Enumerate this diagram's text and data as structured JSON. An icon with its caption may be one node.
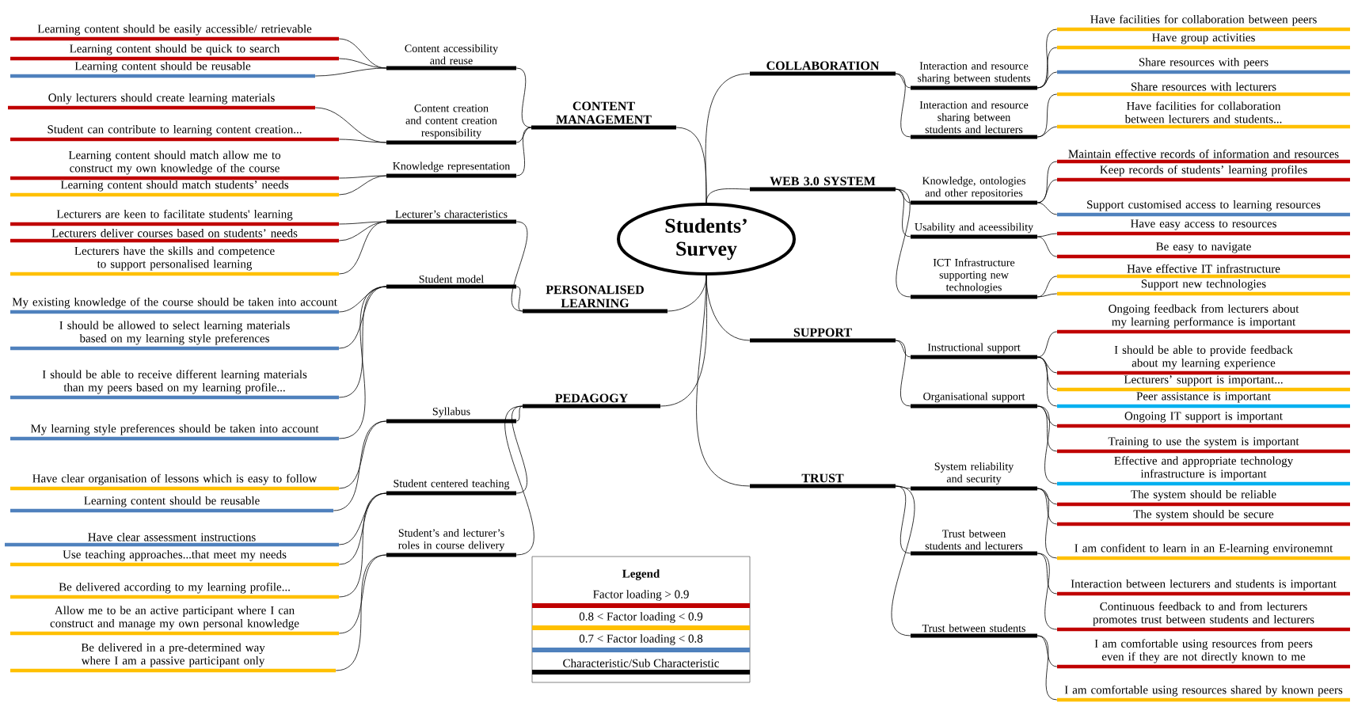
{
  "diagram": {
    "nodes": [
      {
        "text": [
          "Students’ Survey"
        ]
      },
      {
        "text": [
          "CONTENT MANAGEMENT"
        ]
      },
      {
        "text": [
          "Content accessibility and reuse"
        ]
      },
      {
        "text": [
          "Learning content should be easily accessible/ retrievable"
        ]
      },
      {
        "text": [
          "Learning content should be quick to search"
        ]
      },
      {
        "text": [
          "Learning content should be reusable"
        ]
      },
      {
        "text": [
          "Content creation and content creation responsibility"
        ]
      },
      {
        "text": [
          "Only lecturers should create learning materials"
        ]
      },
      {
        "text": [
          "Student can contribute to learning content creation..."
        ]
      },
      {
        "text": [
          "Knowledge representation"
        ]
      },
      {
        "text": [
          "Learning content should match allow me to construct my own knowledge of the course"
        ]
      },
      {
        "text": [
          "Learning content should match students’ needs"
        ]
      },
      {
        "text": [
          "PERSONALISED LEARNING"
        ]
      },
      {
        "text": [
          "Lecturer’s characteristics"
        ]
      },
      {
        "text": [
          "Lecturers are keen to facilitate students' learning"
        ]
      },
      {
        "text": [
          "Lecturers deliver courses based on students’ needs"
        ]
      },
      {
        "text": [
          "Lecturers have the skills and competence to support personalised learning"
        ]
      },
      {
        "text": [
          "Student model"
        ]
      },
      {
        "text": [
          "My existing knowledge of the course should be taken into account"
        ]
      },
      {
        "text": [
          "I should be allowed to select learning materials based on my learning style preferences"
        ]
      },
      {
        "text": [
          "I should be able to receive different learning materials than my peers based on my learning profile..."
        ]
      },
      {
        "text": [
          "My learning style preferences should be taken into account"
        ]
      },
      {
        "text": [
          "PEDAGOGY"
        ]
      },
      {
        "text": [
          "Syllabus"
        ]
      },
      {
        "text": [
          "Have clear organisation of lessons which is easy to follow"
        ]
      },
      {
        "text": [
          "Learning content should be reusable"
        ]
      },
      {
        "text": [
          "Student centered teaching"
        ]
      },
      {
        "text": [
          "Have clear assessment instructions"
        ]
      },
      {
        "text": [
          "Use teaching approaches...that meet my needs"
        ]
      },
      {
        "text": [
          "Be delivered according to my learning profile..."
        ]
      },
      {
        "text": [
          "Student’s and lecturer’s roles in course delivery"
        ]
      },
      {
        "text": [
          "Allow me to be an active participant where I can construct and manage my own personal knowledge"
        ]
      },
      {
        "text": [
          "Be delivered in a pre-determined way where I am a passive participant only"
        ]
      },
      {
        "text": [
          "COLLABORATION"
        ]
      },
      {
        "text": [
          "Interaction and resource sharing between students"
        ]
      },
      {
        "text": [
          "Have facilities for collaboration between peers"
        ]
      },
      {
        "text": [
          "Have group activities"
        ]
      },
      {
        "text": [
          "Share resources with peers"
        ]
      },
      {
        "text": [
          "Interaction and resource sharing between students and lecturers"
        ]
      },
      {
        "text": [
          "Share resources with lecturers"
        ]
      },
      {
        "text": [
          "Have facilities for collaboration between lecturers and students..."
        ]
      },
      {
        "text": [
          "WEB 3.0 SYSTEM"
        ]
      },
      {
        "text": [
          "Knowledge, ontologies and other repositories"
        ]
      },
      {
        "text": [
          "Maintain effective records of information and resources"
        ]
      },
      {
        "text": [
          "Keep records of students’ learning profiles"
        ]
      },
      {
        "text": [
          "Support customised access to learning resources"
        ]
      },
      {
        "text": [
          "Usability and aceessibility"
        ]
      },
      {
        "text": [
          "Have easy access to resources"
        ]
      },
      {
        "text": [
          "Be easy to navigate"
        ]
      },
      {
        "text": [
          "ICT Infrastructure supporting new technologies"
        ]
      },
      {
        "text": [
          "Have effective IT infrastructure"
        ]
      },
      {
        "text": [
          "Support new technologies"
        ]
      },
      {
        "text": [
          "SUPPORT"
        ]
      },
      {
        "text": [
          "Instructional support"
        ]
      },
      {
        "text": [
          "Ongoing feedback from lecturers about my learning performance is important"
        ]
      },
      {
        "text": [
          "I should be able to provide feedback about my learning experience"
        ]
      },
      {
        "text": [
          "Lecturers’ support is important..."
        ]
      },
      {
        "text": [
          "Peer assistance is important"
        ]
      },
      {
        "text": [
          "Organisational support"
        ]
      },
      {
        "text": [
          "Ongoing IT support is important"
        ]
      },
      {
        "text": [
          "Training to use the system is important"
        ]
      },
      {
        "text": [
          "Effective and appropriate technology infrastructure is important"
        ]
      },
      {
        "text": [
          "TRUST"
        ]
      },
      {
        "text": [
          "System reliability and security"
        ]
      },
      {
        "text": [
          "The system should be reliable"
        ]
      },
      {
        "text": [
          "The system should be secure"
        ]
      },
      {
        "text": [
          "I am confident to learn in an E-learning environemnt"
        ]
      },
      {
        "text": [
          "Trust between students and lecturers"
        ]
      },
      {
        "text": [
          "Interaction between lecturers and students is important"
        ]
      },
      {
        "text": [
          "Continuous feedback to and from lecturers promotes trust between students and lecturers"
        ]
      },
      {
        "text": [
          "Trust between students"
        ]
      },
      {
        "text": [
          "I am comfortable using resources from peers even if they are not directly known to me"
        ]
      },
      {
        "text": [
          "I am comfortable using resources shared by known peers"
        ]
      }
    ],
    "edges": [
      {
        "from": 0,
        "to": 1,
        "arrow": "none"
      },
      {
        "from": 1,
        "to": 2,
        "arrow": "none"
      },
      {
        "from": 2,
        "to": 3,
        "arrow": "none"
      },
      {
        "from": 2,
        "to": 4,
        "arrow": "none"
      },
      {
        "from": 2,
        "to": 5,
        "arrow": "none"
      },
      {
        "from": 1,
        "to": 6,
        "arrow": "none"
      },
      {
        "from": 6,
        "to": 7,
        "arrow": "none"
      },
      {
        "from": 6,
        "to": 8,
        "arrow": "none"
      },
      {
        "from": 1,
        "to": 9,
        "arrow": "none"
      },
      {
        "from": 9,
        "to": 10,
        "arrow": "none"
      },
      {
        "from": 9,
        "to": 11,
        "arrow": "none"
      },
      {
        "from": 0,
        "to": 12,
        "arrow": "none"
      },
      {
        "from": 12,
        "to": 13,
        "arrow": "none"
      },
      {
        "from": 13,
        "to": 14,
        "arrow": "none"
      },
      {
        "from": 13,
        "to": 15,
        "arrow": "none"
      },
      {
        "from": 13,
        "to": 16,
        "arrow": "none"
      },
      {
        "from": 12,
        "to": 17,
        "arrow": "none"
      },
      {
        "from": 17,
        "to": 18,
        "arrow": "none"
      },
      {
        "from": 17,
        "to": 19,
        "arrow": "none"
      },
      {
        "from": 17,
        "to": 20,
        "arrow": "none"
      },
      {
        "from": 17,
        "to": 21,
        "arrow": "none"
      },
      {
        "from": 0,
        "to": 22,
        "arrow": "none"
      },
      {
        "from": 22,
        "to": 23,
        "arrow": "none"
      },
      {
        "from": 23,
        "to": 24,
        "arrow": "none"
      },
      {
        "from": 23,
        "to": 25,
        "arrow": "none"
      },
      {
        "from": 22,
        "to": 26,
        "arrow": "none"
      },
      {
        "from": 26,
        "to": 27,
        "arrow": "none"
      },
      {
        "from": 26,
        "to": 28,
        "arrow": "none"
      },
      {
        "from": 26,
        "to": 29,
        "arrow": "none"
      },
      {
        "from": 22,
        "to": 30,
        "arrow": "none"
      },
      {
        "from": 30,
        "to": 31,
        "arrow": "none"
      },
      {
        "from": 30,
        "to": 32,
        "arrow": "none"
      },
      {
        "from": 0,
        "to": 33,
        "arrow": "none"
      },
      {
        "from": 33,
        "to": 34,
        "arrow": "none"
      },
      {
        "from": 34,
        "to": 35,
        "arrow": "none"
      },
      {
        "from": 34,
        "to": 36,
        "arrow": "none"
      },
      {
        "from": 34,
        "to": 37,
        "arrow": "none"
      },
      {
        "from": 33,
        "to": 38,
        "arrow": "none"
      },
      {
        "from": 38,
        "to": 39,
        "arrow": "none"
      },
      {
        "from": 38,
        "to": 40,
        "arrow": "none"
      },
      {
        "from": 0,
        "to": 41,
        "arrow": "none"
      },
      {
        "from": 41,
        "to": 42,
        "arrow": "none"
      },
      {
        "from": 42,
        "to": 43,
        "arrow": "none"
      },
      {
        "from": 42,
        "to": 44,
        "arrow": "none"
      },
      {
        "from": 42,
        "to": 45,
        "arrow": "none"
      },
      {
        "from": 41,
        "to": 46,
        "arrow": "none"
      },
      {
        "from": 46,
        "to": 47,
        "arrow": "none"
      },
      {
        "from": 46,
        "to": 48,
        "arrow": "none"
      },
      {
        "from": 41,
        "to": 49,
        "arrow": "none"
      },
      {
        "from": 49,
        "to": 50,
        "arrow": "none"
      },
      {
        "from": 49,
        "to": 51,
        "arrow": "none"
      },
      {
        "from": 0,
        "to": 52,
        "arrow": "none"
      },
      {
        "from": 52,
        "to": 53,
        "arrow": "none"
      },
      {
        "from": 53,
        "to": 54,
        "arrow": "none"
      },
      {
        "from": 53,
        "to": 55,
        "arrow": "none"
      },
      {
        "from": 53,
        "to": 56,
        "arrow": "none"
      },
      {
        "from": 53,
        "to": 57,
        "arrow": "none"
      },
      {
        "from": 52,
        "to": 58,
        "arrow": "none"
      },
      {
        "from": 58,
        "to": 59,
        "arrow": "none"
      },
      {
        "from": 58,
        "to": 60,
        "arrow": "none"
      },
      {
        "from": 58,
        "to": 61,
        "arrow": "none"
      },
      {
        "from": 0,
        "to": 62,
        "arrow": "none"
      },
      {
        "from": 62,
        "to": 63,
        "arrow": "none"
      },
      {
        "from": 63,
        "to": 64,
        "arrow": "none"
      },
      {
        "from": 63,
        "to": 65,
        "arrow": "none"
      },
      {
        "from": 63,
        "to": 66,
        "arrow": "none"
      },
      {
        "from": 62,
        "to": 67,
        "arrow": "none"
      },
      {
        "from": 67,
        "to": 68,
        "arrow": "none"
      },
      {
        "from": 67,
        "to": 69,
        "arrow": "none"
      },
      {
        "from": 62,
        "to": 70,
        "arrow": "none"
      },
      {
        "from": 70,
        "to": 71,
        "arrow": "none"
      },
      {
        "from": 70,
        "to": 72,
        "arrow": "none"
      }
    ],
    "labels": [
      "Legend"
    ],
    "legend": [
      {
        "text": "Factor loading > 0.9",
        "color": "#c00000"
      },
      {
        "text": "0.8 < Factor loading < 0.9",
        "color": "#ffc000"
      },
      {
        "text": "0.7 < Factor loading < 0.8",
        "color": "#4f81bd"
      },
      {
        "text": "Characteristic/Sub Characteristic",
        "color": "#000000"
      }
    ]
  }
}
